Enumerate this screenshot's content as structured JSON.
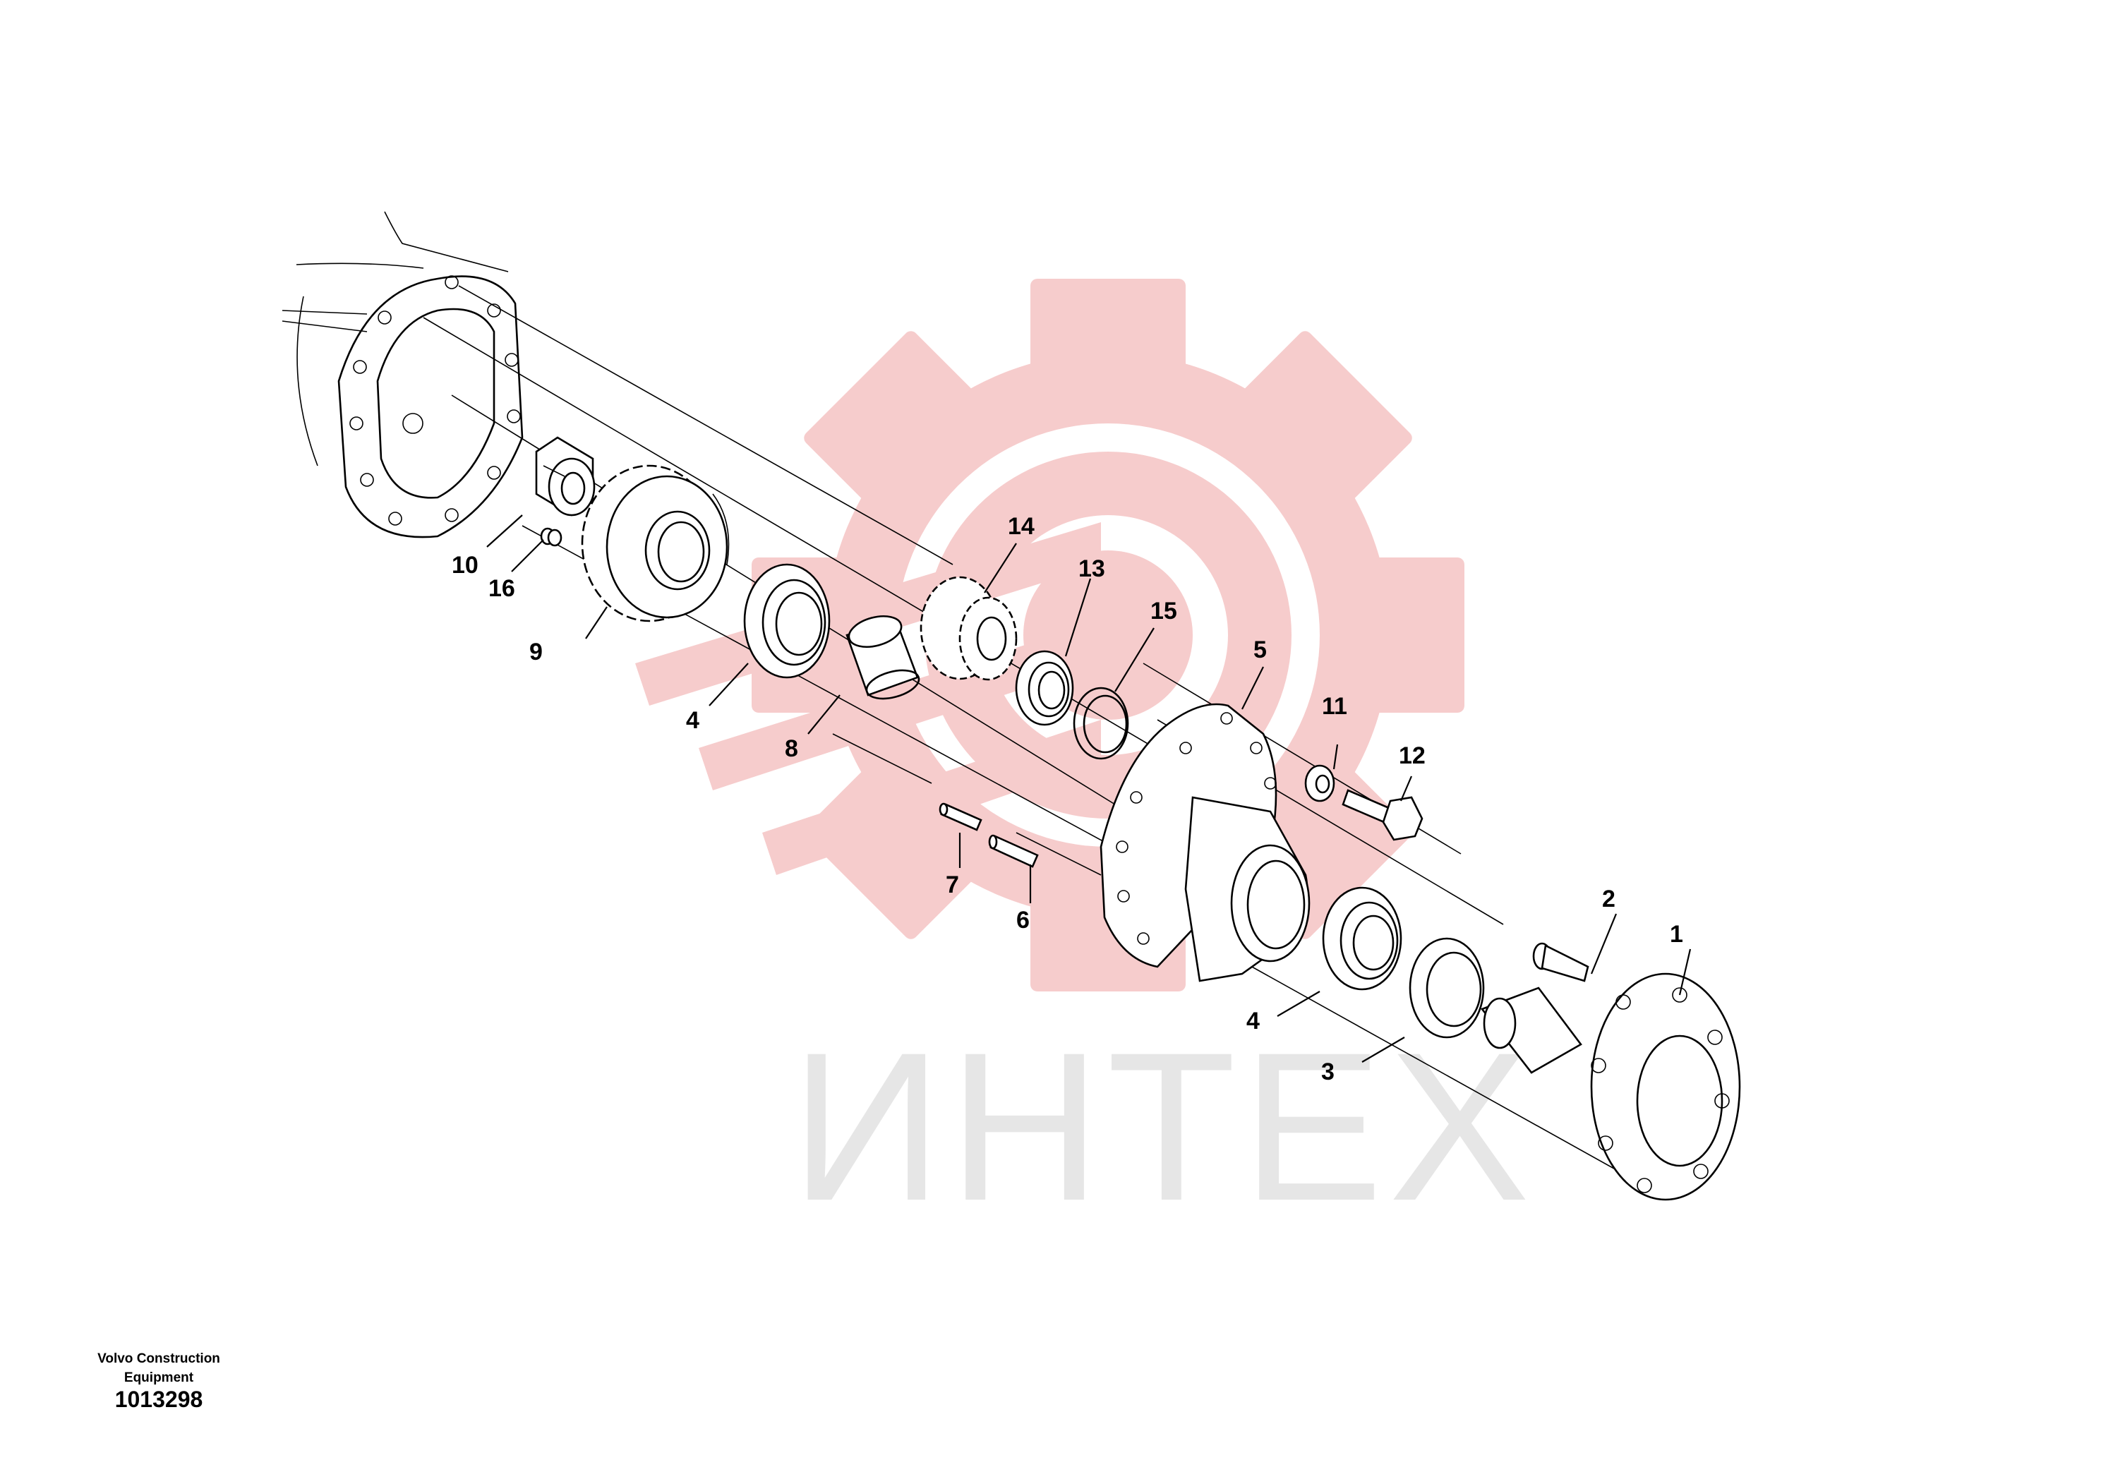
{
  "watermark": {
    "text": "ИНТЕХ",
    "text_color": "#e6e6e6",
    "gear_color": "#f5c7c7",
    "gear_icon": "gear-logo-icon"
  },
  "footer": {
    "brand": "Volvo Construction Equipment",
    "drawing_number": "1013298"
  },
  "callouts": [
    "1",
    "2",
    "3",
    "4",
    "4",
    "5",
    "6",
    "7",
    "8",
    "9",
    "10",
    "11",
    "12",
    "13",
    "14",
    "15",
    "16"
  ]
}
